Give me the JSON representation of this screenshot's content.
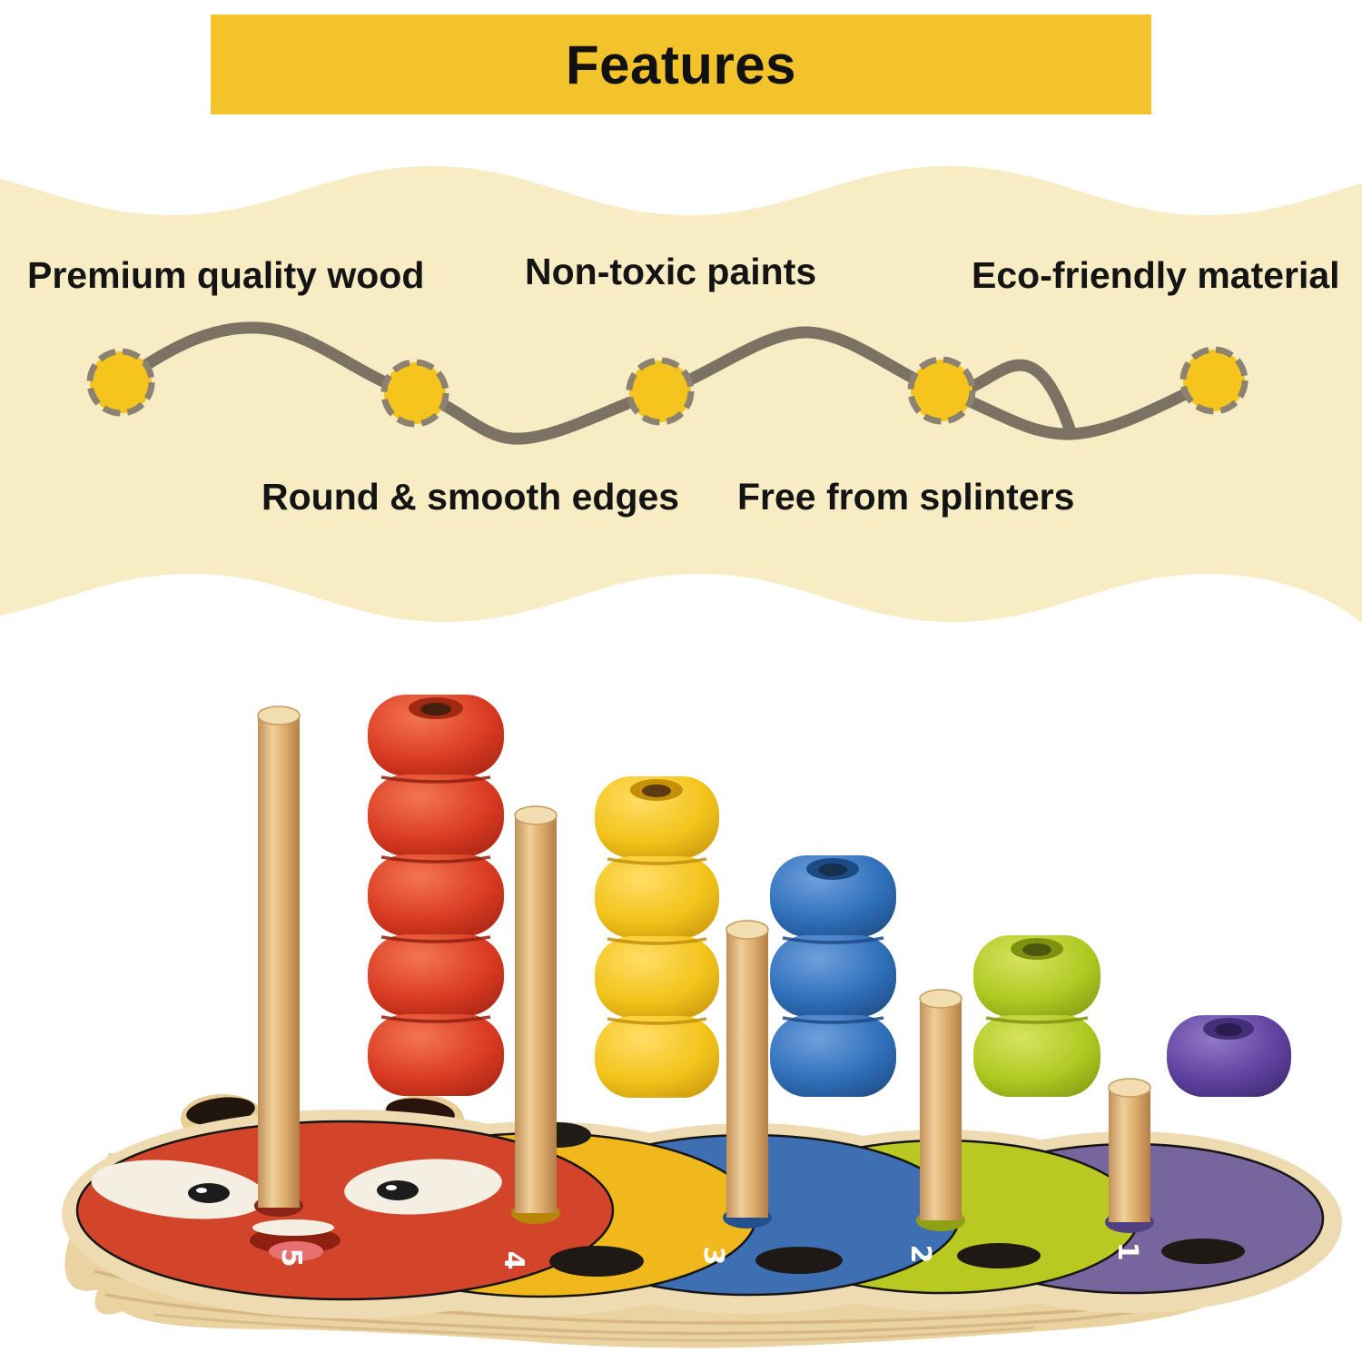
{
  "banner": {
    "title": "Features",
    "bg_color": "#F3C32C",
    "text_color": "#111111"
  },
  "features_band": {
    "bg_color": "#F7ECC3",
    "connector_color": "#7B7264",
    "node_fill": "#F5C41D",
    "node_border": "#8B8272",
    "node_count": 5,
    "labels_top": [
      "Premium quality wood",
      "Non-toxic paints",
      "Eco-friendly material"
    ],
    "labels_bottom": [
      "Round & smooth edges",
      "Free from splinters"
    ]
  },
  "product_photo": {
    "description": "Wooden caterpillar counting stacker toy: five pegs on a caterpillar-shaped plywood base with painted numbered circles and stacks of colored wooden beads",
    "base_wood_color": "#EFDBB2",
    "base_side_color": "#EAD3A1",
    "peg_wood_color": "#E0AE6C",
    "segments": [
      {
        "name": "red-head",
        "surface_color": "#D2452B",
        "number": "5",
        "bead_count": 5,
        "bead_color": "#D7341F"
      },
      {
        "name": "yellow",
        "surface_color": "#F0B81C",
        "number": "4",
        "bead_count": 4,
        "bead_color": "#F3C51B"
      },
      {
        "name": "blue",
        "surface_color": "#3E6FB2",
        "number": "3",
        "bead_count": 3,
        "bead_color": "#2F6FBA"
      },
      {
        "name": "green",
        "surface_color": "#B9C922",
        "number": "2",
        "bead_count": 2,
        "bead_color": "#AFC920"
      },
      {
        "name": "purple",
        "surface_color": "#77659E",
        "number": "1",
        "bead_count": 1,
        "bead_color": "#5E41A0"
      }
    ]
  }
}
